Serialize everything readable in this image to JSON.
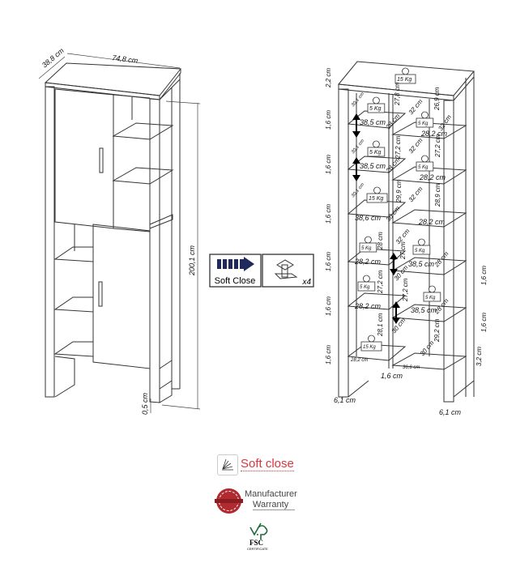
{
  "left_drawing": {
    "depth": "38,8 cm",
    "width": "74,8 cm",
    "height": "200,1 cm",
    "clearance": "0,5 cm"
  },
  "feature_box": {
    "soft_close_label": "Soft Close",
    "hinge_count": "x4"
  },
  "right_drawing": {
    "labels": [
      "2,2 cm",
      "15 Kg",
      "30,1 cm",
      "5 Kg",
      "27,8 cm",
      "32 cm",
      "26,9 cm",
      "1,6 cm",
      "38,5 cm",
      "28 cm",
      "5 Kg",
      "32 cm",
      "28,2 cm",
      "30,1 cm",
      "5 Kg",
      "27,2 cm",
      "32 cm",
      "27,2 cm",
      "1,6 cm",
      "38,5 cm",
      "28 cm",
      "5 Kg",
      "28,2 cm",
      "30,1 cm",
      "15 Kg",
      "29,9 cm",
      "32 cm",
      "28,9 cm",
      "1,6 cm",
      "38,6 cm",
      "30 cm",
      "28,2 cm",
      "28 cm",
      "32 cm",
      "5 Kg",
      "5 Kg",
      "27 cm",
      "1,6 cm",
      "28,2 cm",
      "38,5 cm",
      "28 cm",
      "1,6 cm",
      "30 cm",
      "27,2 cm",
      "5 Kg",
      "27,2 cm",
      "5 Kg",
      "1,6 cm",
      "28,2 cm",
      "38,5 cm",
      "28 cm",
      "1,6 cm",
      "28,1 cm",
      "30 cm",
      "29,2 cm",
      "15 Kg",
      "30 cm",
      "1,6 cm",
      "28,2 cm",
      "36,6 cm",
      "3,2 cm",
      "1,6 cm",
      "6,1 cm",
      "6,1 cm"
    ]
  },
  "badges": {
    "soft_close": "Soft close",
    "warranty_line1": "Manufacturer",
    "warranty_line2": "Warranty",
    "fsc": "FSC",
    "fsc_sub": "CERTIFICATE",
    "accent_color": "#d9363e"
  }
}
